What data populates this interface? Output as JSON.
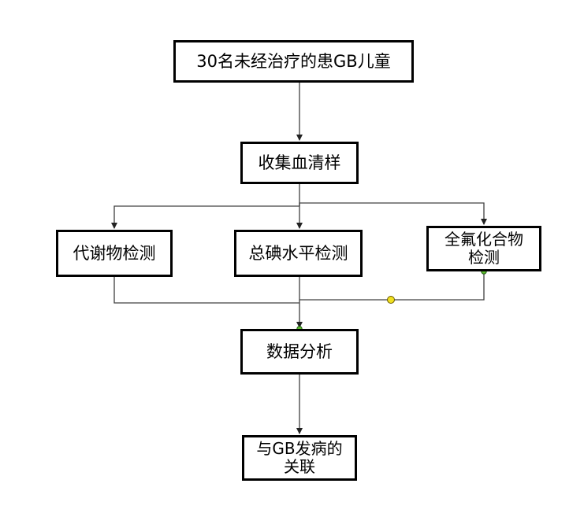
{
  "nodes": {
    "start": "30名未经治疗的患GB儿童",
    "collect": "收集血清样",
    "metabolite": "代谢物检测",
    "total_iodine": "总碘水平检测",
    "pfas": "全氟化合物\n检测",
    "analysis": "数据分析",
    "association": "与GB发病的\n关联"
  },
  "colors": {
    "border": "#000000",
    "connector": "#404040",
    "handle_yellow": "#f0e020",
    "handle_green": "#5fbf2f"
  }
}
